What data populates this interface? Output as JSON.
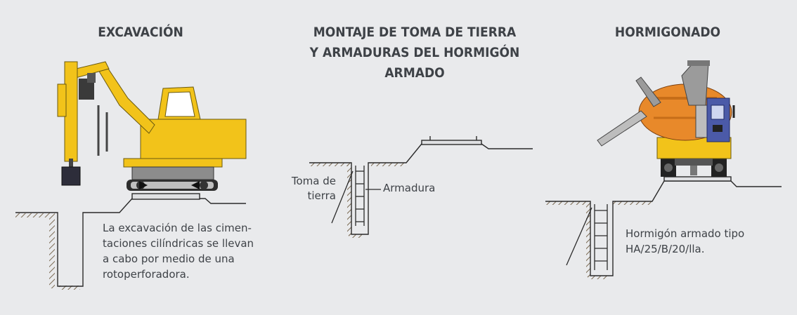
{
  "sections": [
    {
      "title_lines": [
        "EXCAVACIÓN"
      ],
      "caption_lines": [
        "La excavación de las cimen-",
        "taciones cilíndricas se llevan",
        "a cabo por medio de una",
        "rotoperforadora."
      ]
    },
    {
      "title_lines": [
        "MONTAJE DE TOMA DE TIERRA",
        "Y ARMADURAS DEL HORMIGÓN",
        "ARMADO"
      ],
      "labels": {
        "toma_lines": [
          "Toma de",
          "tierra"
        ],
        "armadura": "Armadura"
      }
    },
    {
      "title_lines": [
        "HORMIGONADO"
      ],
      "caption_lines": [
        "Hormigón armado tipo",
        "HA/25/B/20/lla."
      ]
    }
  ],
  "colors": {
    "background": "#e9eaec",
    "text": "#3e4247",
    "machine_yellow": "#f2c31a",
    "machine_orange": "#e8892a",
    "machine_blue": "#4b5aa8",
    "ground_hatch": "#7a6a52"
  },
  "icons": [
    "drilling-rig-icon",
    "concrete-mixer-truck-icon"
  ]
}
